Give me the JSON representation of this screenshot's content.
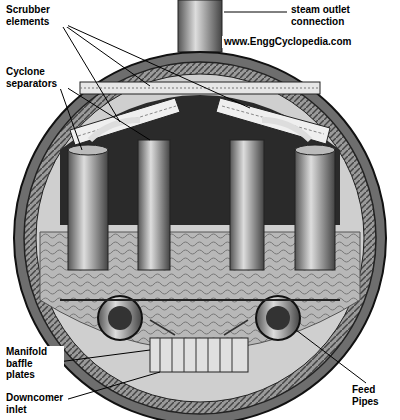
{
  "diagram": {
    "labels": [
      "Scrubber elements",
      "steam outlet connection",
      "www.EnggCyclopedia.com",
      "Cyclone separators",
      "Manifold baffle plates",
      "Downcomer inlet",
      "Feed Pipes"
    ]
  }
}
